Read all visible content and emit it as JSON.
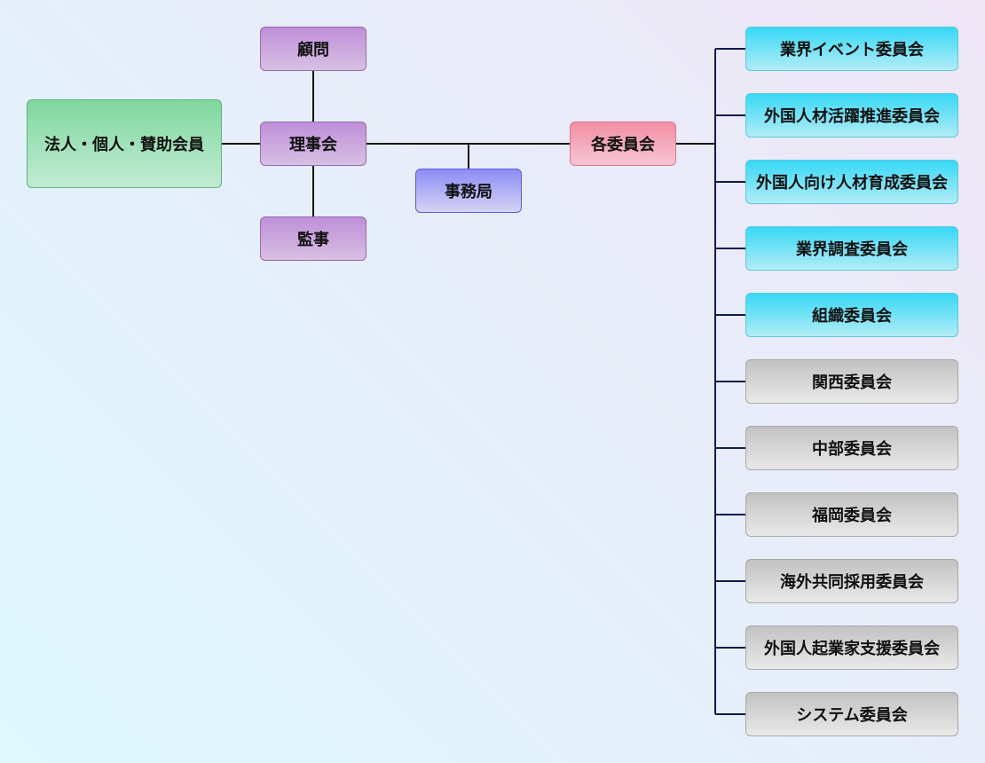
{
  "nodes": {
    "members": "法人・個人・賛助会員",
    "advisor": "顧問",
    "board": "理事会",
    "auditor": "監事",
    "secretariat": "事務局",
    "committees": "各委員会"
  },
  "committee_list": [
    {
      "label": "業界イベント委員会",
      "status": "active"
    },
    {
      "label": "外国人材活躍推進委員会",
      "status": "active"
    },
    {
      "label": "外国人向け人材育成委員会",
      "status": "active"
    },
    {
      "label": "業界調査委員会",
      "status": "active"
    },
    {
      "label": "組織委員会",
      "status": "active"
    },
    {
      "label": "関西委員会",
      "status": "inactive"
    },
    {
      "label": "中部委員会",
      "status": "inactive"
    },
    {
      "label": "福岡委員会",
      "status": "inactive"
    },
    {
      "label": "海外共同採用委員会",
      "status": "inactive"
    },
    {
      "label": "外国人起業家支援委員会",
      "status": "inactive"
    },
    {
      "label": "システム委員会",
      "status": "inactive"
    }
  ],
  "colors": {
    "active": "#37d8f6",
    "inactive": "#c2c2c2",
    "connector_black": "#111111",
    "connector_navy": "#0d1a4f"
  }
}
